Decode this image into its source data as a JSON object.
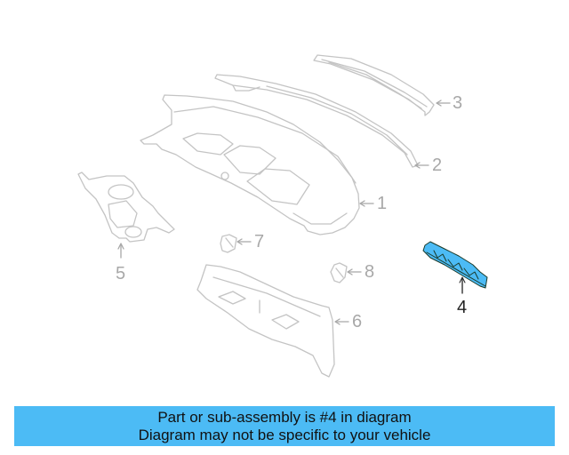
{
  "diagram": {
    "highlight_color": "#4cbbf5",
    "line_color": "#c4c4c4",
    "selected_part": "4",
    "callouts": [
      {
        "id": "1",
        "label": "1"
      },
      {
        "id": "2",
        "label": "2"
      },
      {
        "id": "3",
        "label": "3"
      },
      {
        "id": "4",
        "label": "4"
      },
      {
        "id": "5",
        "label": "5"
      },
      {
        "id": "6",
        "label": "6"
      },
      {
        "id": "7",
        "label": "7"
      },
      {
        "id": "8",
        "label": "8"
      }
    ]
  },
  "banner": {
    "background": "#4cbbf5",
    "line1": "Part or sub-assembly is #4 in diagram",
    "line2": "Diagram may not be specific to your vehicle"
  }
}
